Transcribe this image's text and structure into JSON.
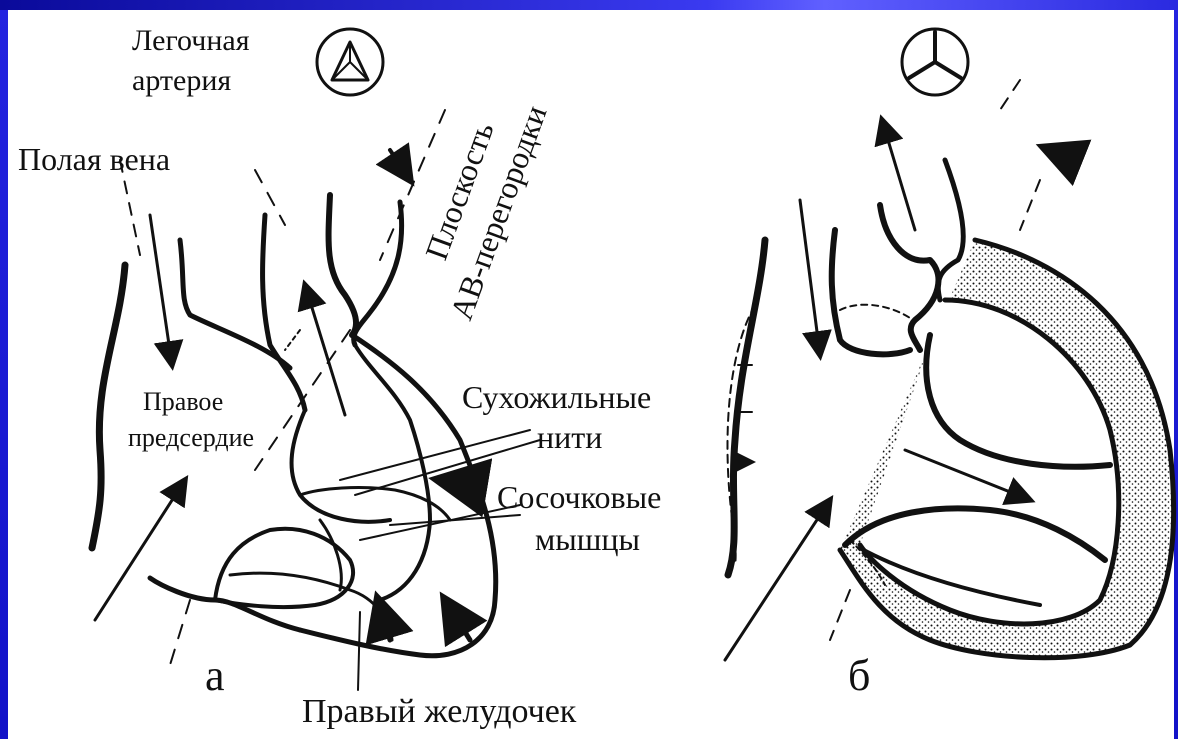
{
  "slide": {
    "colors": {
      "background": "#1a1ad0",
      "panel": "#ffffff",
      "ink": "#111111"
    }
  },
  "diagram": {
    "label_pulmonary_artery_line1": "Легочная",
    "label_pulmonary_artery_line2": "артерия",
    "label_vena_cava": "Полая вена",
    "label_av_plane_line1": "Плоскость",
    "label_av_plane_line2": "АВ-перегородки",
    "label_right_atrium_line1": "Правое",
    "label_right_atrium_line2": "предсердие",
    "label_chordae_line1": "Сухожильные",
    "label_chordae_line2": "нити",
    "label_papillary_line1": "Сосочковые",
    "label_papillary_line2": "мышцы",
    "label_right_ventricle": "Правый желудочек",
    "label_panel_a": "а",
    "label_panel_b": "б",
    "icons": [
      "valve-open-icon",
      "valve-closed-icon"
    ]
  }
}
